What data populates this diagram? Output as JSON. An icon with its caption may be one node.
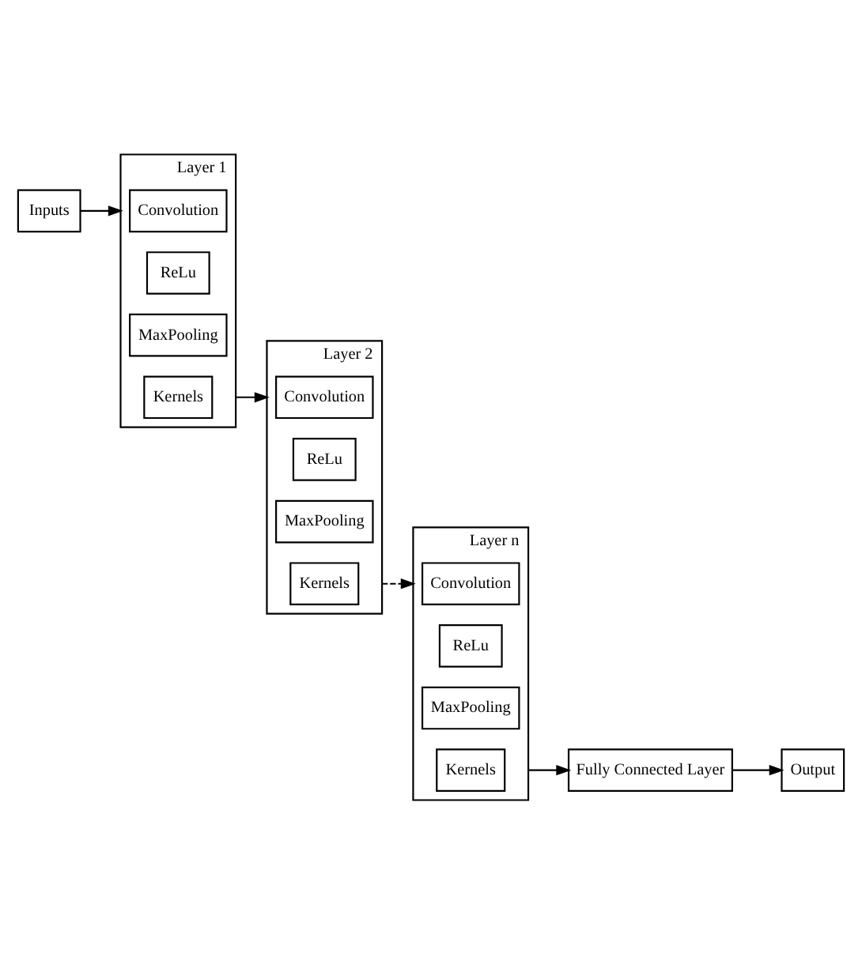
{
  "diagram": {
    "nodes": [
      {
        "text": [
          "Inputs"
        ]
      },
      {
        "text": [
          "Layer 1"
        ]
      },
      {
        "text": [
          "Convolution"
        ],
        "in": 1
      },
      {
        "text": [
          "ReLu"
        ],
        "in": 1
      },
      {
        "text": [
          "MaxPooling"
        ],
        "in": 1
      },
      {
        "text": [
          "Kernels"
        ],
        "in": 1
      },
      {
        "text": [
          "Layer 2"
        ]
      },
      {
        "text": [
          "Convolution"
        ],
        "in": 6
      },
      {
        "text": [
          "ReLu"
        ],
        "in": 6
      },
      {
        "text": [
          "MaxPooling"
        ],
        "in": 6
      },
      {
        "text": [
          "Kernels"
        ],
        "in": 6
      },
      {
        "text": [
          "Layer n"
        ]
      },
      {
        "text": [
          "Convolution"
        ],
        "in": 11
      },
      {
        "text": [
          "ReLu"
        ],
        "in": 11
      },
      {
        "text": [
          "MaxPooling"
        ],
        "in": 11
      },
      {
        "text": [
          "Kernels"
        ],
        "in": 11
      },
      {
        "text": [
          "Fully Connected Layer"
        ]
      },
      {
        "text": [
          "Output"
        ]
      }
    ],
    "edges": [
      {
        "from": 0,
        "to": 1,
        "arrow": "to"
      },
      {
        "from": 1,
        "to": 6,
        "arrow": "to"
      },
      {
        "from": 6,
        "to": 11,
        "arrow": "to",
        "style": "dashed"
      },
      {
        "from": 11,
        "to": 16,
        "arrow": "to"
      },
      {
        "from": 16,
        "to": 17,
        "arrow": "to"
      }
    ]
  }
}
